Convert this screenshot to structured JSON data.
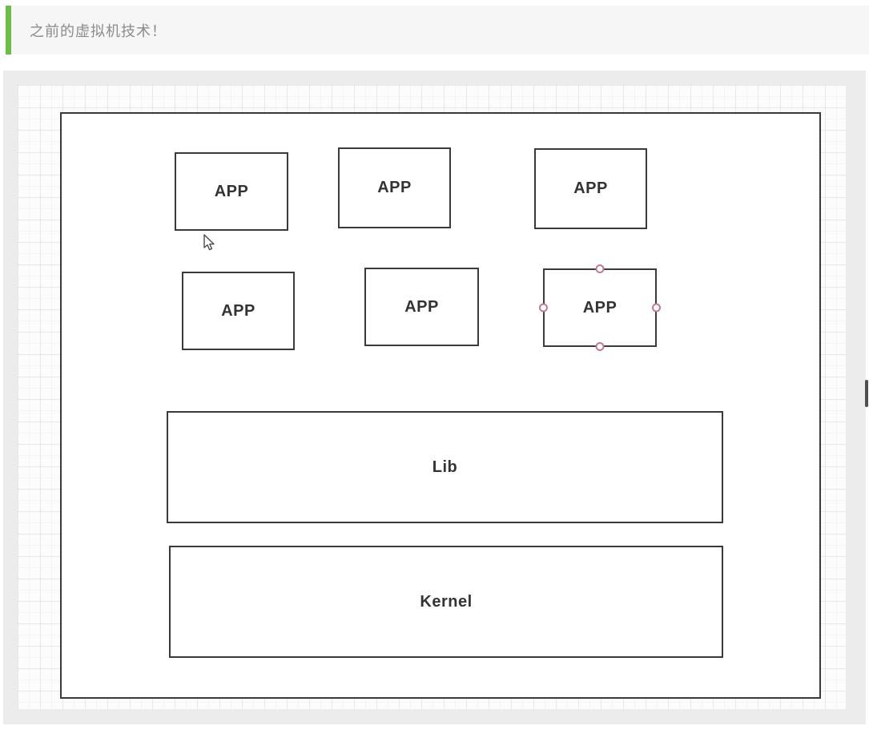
{
  "header": {
    "title": "之前的虚拟机技术！"
  },
  "diagram": {
    "apps_row1": [
      "APP",
      "APP",
      "APP"
    ],
    "apps_row2": [
      "APP",
      "APP",
      "APP"
    ],
    "lib_label": "Lib",
    "kernel_label": "Kernel"
  },
  "colors": {
    "accent": "#6bbd45",
    "box_border": "#3a3a3a",
    "box_text": "#333333",
    "handle": "#c1798c",
    "panel_bg": "#ececec"
  }
}
